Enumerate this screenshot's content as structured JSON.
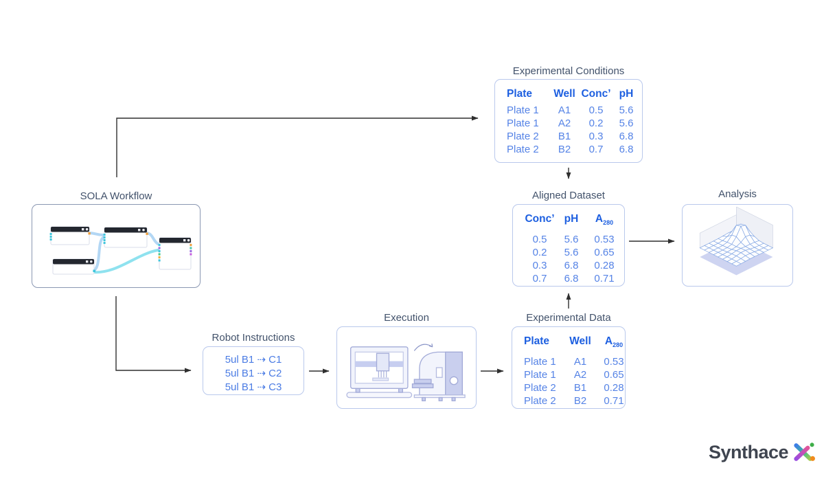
{
  "diagram": {
    "sola_workflow": {
      "label": "SOLA Workflow",
      "illustration": "workflow-node-graph"
    },
    "experimental_conditions": {
      "label": "Experimental Conditions",
      "headers": [
        "Plate",
        "Well",
        "Conc’",
        "pH"
      ],
      "rows": [
        [
          "Plate 1",
          "A1",
          "0.5",
          "5.6"
        ],
        [
          "Plate 1",
          "A2",
          "0.2",
          "5.6"
        ],
        [
          "Plate 2",
          "B1",
          "0.3",
          "6.8"
        ],
        [
          "Plate 2",
          "B2",
          "0.7",
          "6.8"
        ]
      ]
    },
    "aligned_dataset": {
      "label": "Aligned Dataset",
      "headers": [
        "Conc’",
        "pH",
        "A_280"
      ],
      "rows": [
        [
          "0.5",
          "5.6",
          "0.53"
        ],
        [
          "0.2",
          "5.6",
          "0.65"
        ],
        [
          "0.3",
          "6.8",
          "0.28"
        ],
        [
          "0.7",
          "6.8",
          "0.71"
        ]
      ]
    },
    "analysis": {
      "label": "Analysis",
      "illustration": "3d-surface-plot"
    },
    "robot_instructions": {
      "label": "Robot Instructions",
      "lines": [
        "5ul B1 ⇢ C1",
        "5ul B1 ⇢ C2",
        "5ul B1 ⇢ C3"
      ]
    },
    "execution": {
      "label": "Execution",
      "illustration": "liquid-handler-and-plate-reader"
    },
    "experimental_data": {
      "label": "Experimental Data",
      "headers": [
        "Plate",
        "Well",
        "A_280"
      ],
      "rows": [
        [
          "Plate 1",
          "A1",
          "0.53"
        ],
        [
          "Plate 1",
          "A2",
          "0.65"
        ],
        [
          "Plate 2",
          "B1",
          "0.28"
        ],
        [
          "Plate 2",
          "B2",
          "0.71"
        ]
      ]
    }
  },
  "branding": {
    "logo_text": "Synthace",
    "logo_mark": "colorful-x-mark"
  },
  "colors": {
    "table_header_blue": "#1d5fe0",
    "table_row_blue": "#5583e6",
    "label_dark": "#42526b",
    "table_border": "#b9c8ec",
    "sola_border": "#8a97b2",
    "arrow": "#2f2f2f",
    "wire_blue": "#b3d7f4",
    "wire_cyan": "#8fe2ef"
  }
}
